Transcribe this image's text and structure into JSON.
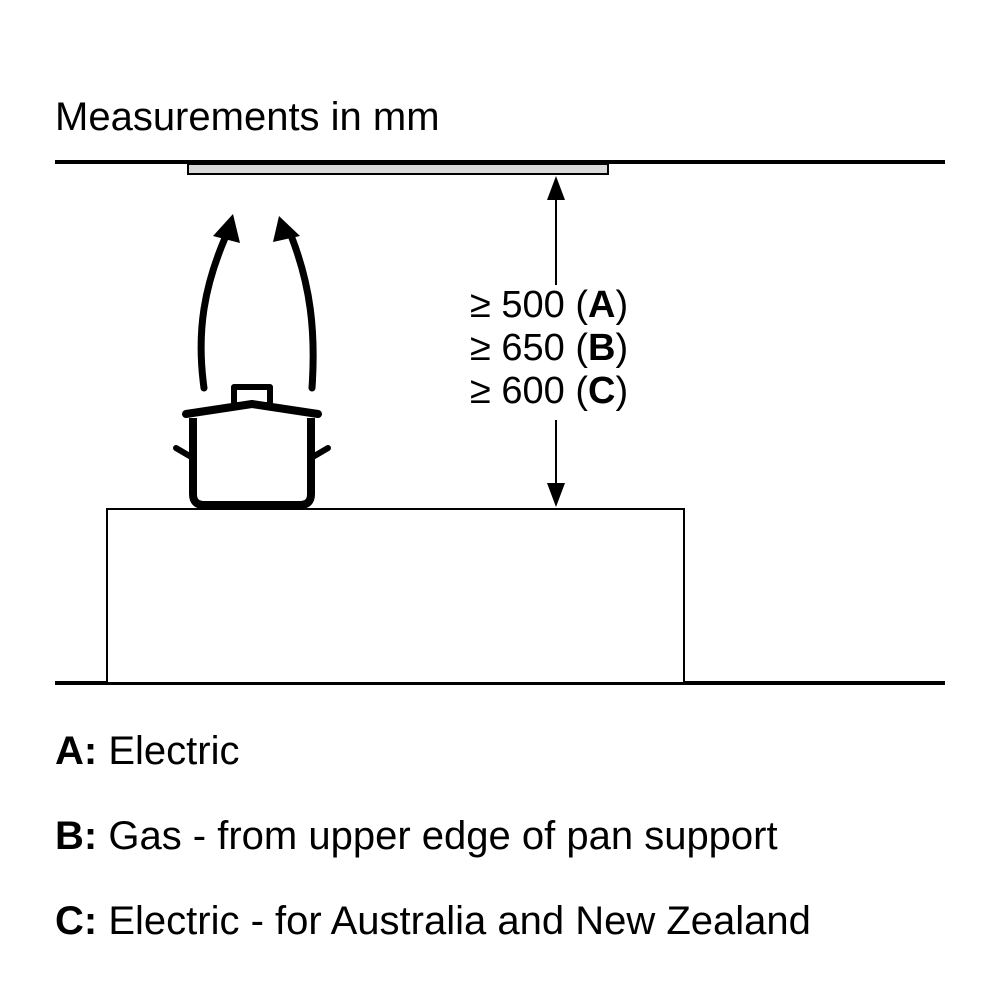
{
  "title": "Measurements in mm",
  "dimensions": [
    {
      "prefix": "≥ 500 (",
      "key": "A",
      "suffix": ")"
    },
    {
      "prefix": "≥ 650 (",
      "key": "B",
      "suffix": ")"
    },
    {
      "prefix": "≥ 600 (",
      "key": "C",
      "suffix": ")"
    }
  ],
  "legend": [
    {
      "key": "A:",
      "text": " Electric"
    },
    {
      "key": "B:",
      "text": " Gas - from upper edge of pan support"
    },
    {
      "key": "C:",
      "text": " Electric - for Australia and New Zealand"
    }
  ],
  "colors": {
    "line": "#000000",
    "hood": "#d9d9d9"
  }
}
